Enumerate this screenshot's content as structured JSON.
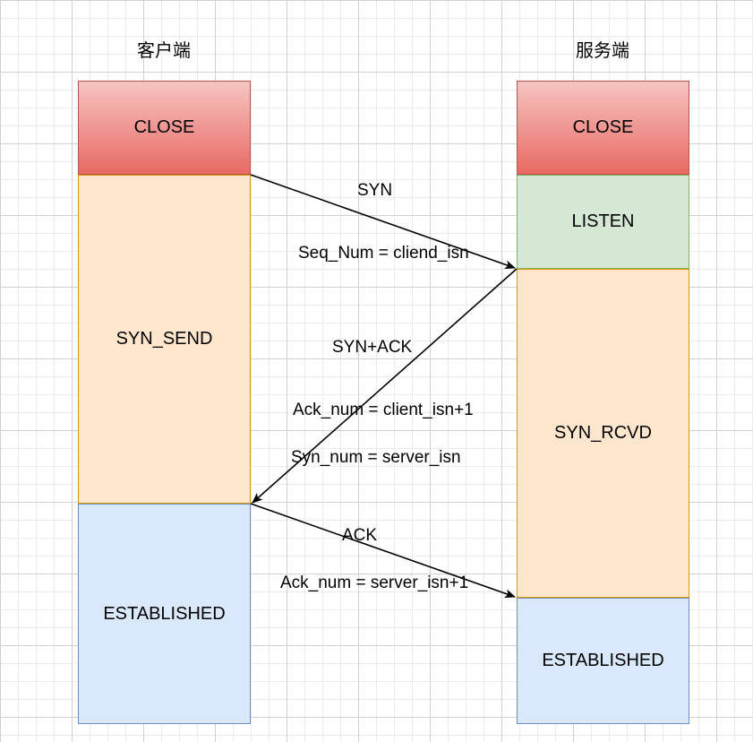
{
  "columns": {
    "client_title": "客户端",
    "server_title": "服务端"
  },
  "client": {
    "close": "CLOSE",
    "syn_send": "SYN_SEND",
    "established": "ESTABLISHED"
  },
  "server": {
    "close": "CLOSE",
    "listen": "LISTEN",
    "syn_rcvd": "SYN_RCVD",
    "established": "ESTABLISHED"
  },
  "messages": {
    "syn": {
      "label": "SYN",
      "detail": "Seq_Num = cliend_isn"
    },
    "syn_ack": {
      "label": "SYN+ACK",
      "detail1": "Ack_num = client_isn+1",
      "detail2": "Syn_num = server_isn"
    },
    "ack": {
      "label": "ACK",
      "detail": "Ack_num = server_isn+1"
    }
  },
  "colors": {
    "close_fill_top": "#f7c4c2",
    "close_fill_bottom": "#e86a63",
    "close_border": "#b85450",
    "syn_fill": "#ffe6cc",
    "syn_border": "#d79b00",
    "listen_fill": "#d5e8d4",
    "listen_border": "#82b366",
    "established_fill": "#dae8fc",
    "established_border": "#6c8ebf"
  }
}
